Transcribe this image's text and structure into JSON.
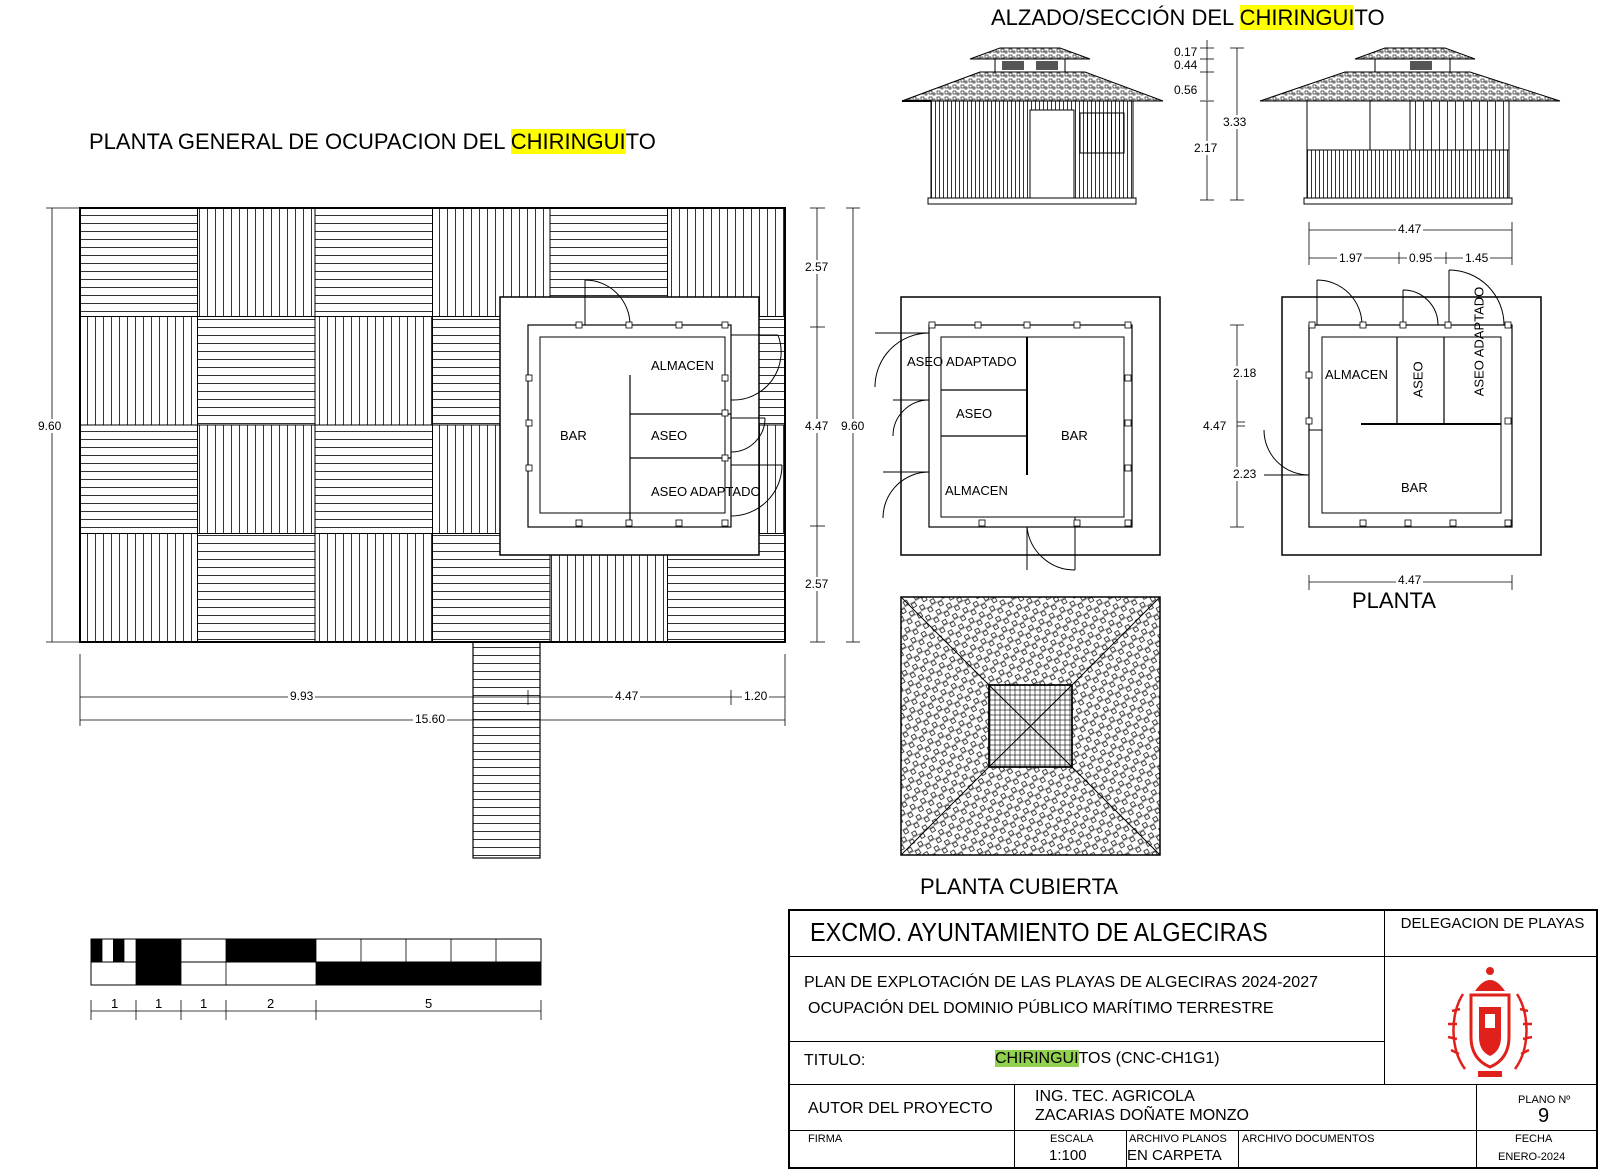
{
  "titles": {
    "planta_general_prefix": "PLANTA GENERAL DE OCUPACION DEL ",
    "planta_general_highlight": "CHIRINGUI",
    "planta_general_suffix": "TO",
    "alzado_prefix": "ALZADO/SECCIÓN DEL ",
    "alzado_highlight": "CHIRINGUI",
    "alzado_suffix": "TO",
    "planta": "PLANTA",
    "planta_cubierta": "PLANTA CUBIERTA"
  },
  "rooms": {
    "almacen": "ALMACEN",
    "bar": "BAR",
    "aseo": "ASEO",
    "aseo_adaptado": "ASEO  ADAPTADO",
    "aseo_adaptado_vertical": "ASEO  ADAPTADO"
  },
  "dimensions": {
    "d_960_left": "9.60",
    "d_257_top": "2.57",
    "d_447_mid": "4.47",
    "d_960_right": "9.60",
    "d_257_bottom": "2.57",
    "d_993": "9.93",
    "d_447_bottom": "4.47",
    "d_120": "1.20",
    "d_1560": "15.60",
    "elev_017": "0.17",
    "elev_044": "0.44",
    "elev_056": "0.56",
    "elev_333": "3.33",
    "elev_217": "2.17",
    "elev_447": "4.47",
    "elev_197": "1.97",
    "elev_095": "0.95",
    "elev_145": "1.45",
    "plan_447_left": "4.47",
    "plan_218": "2.18",
    "plan_223": "2.23",
    "plan_447_bottom": "4.47"
  },
  "scale_bar": {
    "labels": [
      "1",
      "1",
      "1",
      "2",
      "5"
    ]
  },
  "title_block": {
    "organization": "EXCMO. AYUNTAMIENTO DE ALGECIRAS",
    "delegation": "DELEGACION DE PLAYAS",
    "plan_line1": "PLAN DE EXPLOTACIÓN DE LAS PLAYAS DE ALGECIRAS 2024-2027",
    "plan_line2": "OCUPACIÓN DEL DOMINIO PÚBLICO MARÍTIMO TERRESTRE",
    "titulo_label": "TITULO:",
    "titulo_highlight": "CHIRINGUI",
    "titulo_rest": "TOS (CNC-CH1G1)",
    "autor_label": "AUTOR DEL PROYECTO",
    "autor_line1": "ING. TEC. AGRICOLA",
    "autor_line2": "ZACARIAS DOÑATE MONZO",
    "plano_label": "PLANO Nº",
    "plano_number": "9",
    "firma_label": "FIRMA",
    "escala_label": "ESCALA",
    "escala_value": "1:100",
    "archivo_planos_label": "ARCHIVO PLANOS",
    "archivo_planos_value": "EN CARPETA",
    "archivo_documentos_label": "ARCHIVO DOCUMENTOS",
    "fecha_label": "FECHA",
    "fecha_value": "ENERO-2024"
  },
  "colors": {
    "highlight_yellow": "#ffff00",
    "highlight_green": "#92d050",
    "crest_red": "#e0211b"
  }
}
